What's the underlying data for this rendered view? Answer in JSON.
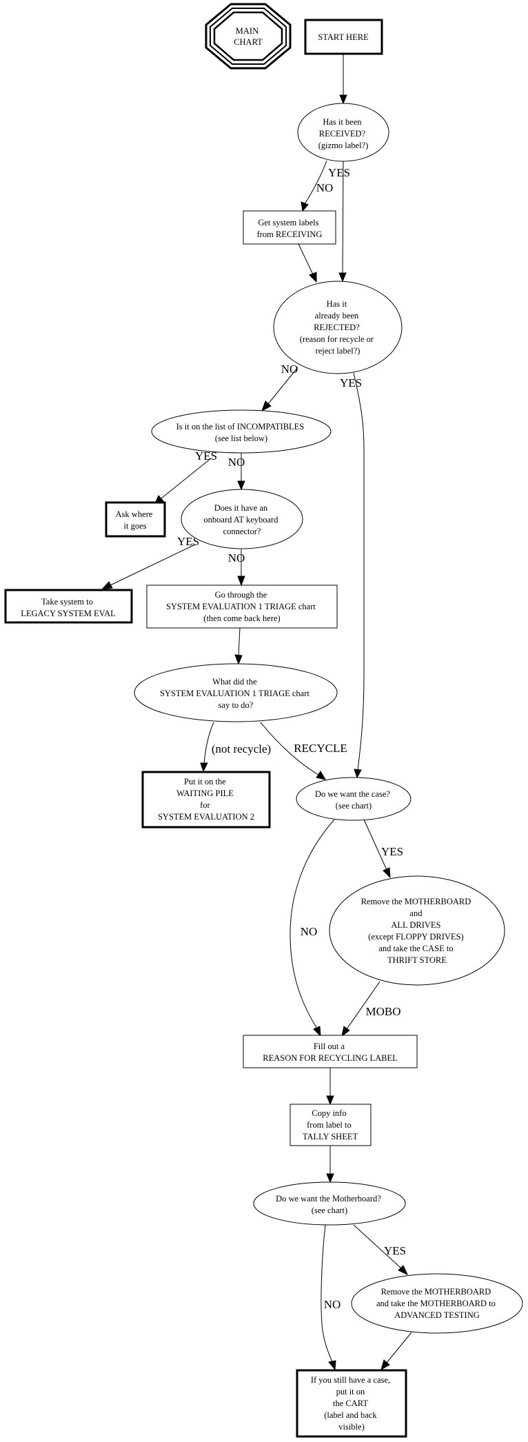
{
  "diagram": {
    "title": "MAIN CHART",
    "nodes": [
      {
        "id": "main_chart",
        "lines": [
          "MAIN",
          "CHART"
        ]
      },
      {
        "id": "start_here",
        "lines": [
          "START HERE"
        ]
      },
      {
        "id": "received",
        "lines": [
          "Has it been",
          "RECEIVED?",
          "(gizmo label?)"
        ]
      },
      {
        "id": "get_labels",
        "lines": [
          "Get system labels",
          "from RECEIVING"
        ]
      },
      {
        "id": "rejected",
        "lines": [
          "Has it",
          "already been",
          "REJECTED?",
          "(reason for recycle or",
          "reject label?)"
        ]
      },
      {
        "id": "incompatibles",
        "lines": [
          "Is it on the list of INCOMPATIBLES",
          "(see list below)"
        ]
      },
      {
        "id": "ask_where",
        "lines": [
          "Ask where",
          "it goes"
        ]
      },
      {
        "id": "at_keyboard",
        "lines": [
          "Does it have an",
          "onboard AT keyboard",
          "connector?"
        ]
      },
      {
        "id": "legacy",
        "lines": [
          "Take system to",
          "LEGACY SYSTEM EVAL"
        ]
      },
      {
        "id": "go_through",
        "lines": [
          "Go through the",
          "SYSTEM EVALUATION 1 TRIAGE chart",
          "(then come back here)"
        ]
      },
      {
        "id": "what_did",
        "lines": [
          "What did the",
          "SYSTEM EVALUATION 1 TRIAGE chart",
          "say to do?"
        ]
      },
      {
        "id": "waiting_pile",
        "lines": [
          "Put it on the",
          "WAITING PILE",
          "for",
          "SYSTEM EVALUATION 2"
        ]
      },
      {
        "id": "want_case",
        "lines": [
          "Do we want the case?",
          "(see chart)"
        ]
      },
      {
        "id": "remove_all",
        "lines": [
          "Remove the MOTHERBOARD",
          "and",
          "ALL DRIVES",
          "(except FLOPPY DRIVES)",
          "and take the CASE to",
          "THRIFT STORE"
        ]
      },
      {
        "id": "fill_label",
        "lines": [
          "Fill out a",
          "REASON FOR RECYCLING LABEL"
        ]
      },
      {
        "id": "copy_info",
        "lines": [
          "Copy info",
          "from label to",
          "TALLY SHEET"
        ]
      },
      {
        "id": "want_mobo",
        "lines": [
          "Do we want the Motherboard?",
          "(see chart)"
        ]
      },
      {
        "id": "remove_mobo",
        "lines": [
          "Remove the MOTHERBOARD",
          "and take the MOTHERBOARD to",
          "ADVANCED TESTING"
        ]
      },
      {
        "id": "cart",
        "lines": [
          "If you still have a case,",
          "put it on",
          "the CART",
          "(label and back",
          "visible)"
        ]
      }
    ],
    "edges": [
      {
        "from": "start_here",
        "to": "received",
        "label": ""
      },
      {
        "from": "received",
        "to": "get_labels",
        "label": "NO"
      },
      {
        "from": "received",
        "to": "rejected",
        "label": "YES"
      },
      {
        "from": "get_labels",
        "to": "rejected",
        "label": ""
      },
      {
        "from": "rejected",
        "to": "incompatibles",
        "label": "NO"
      },
      {
        "from": "rejected",
        "to": "want_case",
        "label": "YES"
      },
      {
        "from": "incompatibles",
        "to": "ask_where",
        "label": "YES"
      },
      {
        "from": "incompatibles",
        "to": "at_keyboard",
        "label": "NO"
      },
      {
        "from": "at_keyboard",
        "to": "legacy",
        "label": "YES"
      },
      {
        "from": "at_keyboard",
        "to": "go_through",
        "label": "NO"
      },
      {
        "from": "go_through",
        "to": "what_did",
        "label": ""
      },
      {
        "from": "what_did",
        "to": "waiting_pile",
        "label": "(not recycle)"
      },
      {
        "from": "what_did",
        "to": "want_case",
        "label": "RECYCLE"
      },
      {
        "from": "want_case",
        "to": "remove_all",
        "label": "YES"
      },
      {
        "from": "want_case",
        "to": "fill_label",
        "label": "NO"
      },
      {
        "from": "remove_all",
        "to": "fill_label",
        "label": "MOBO"
      },
      {
        "from": "fill_label",
        "to": "copy_info",
        "label": ""
      },
      {
        "from": "copy_info",
        "to": "want_mobo",
        "label": ""
      },
      {
        "from": "want_mobo",
        "to": "remove_mobo",
        "label": "YES"
      },
      {
        "from": "want_mobo",
        "to": "cart",
        "label": "NO"
      },
      {
        "from": "remove_mobo",
        "to": "cart",
        "label": ""
      }
    ]
  }
}
